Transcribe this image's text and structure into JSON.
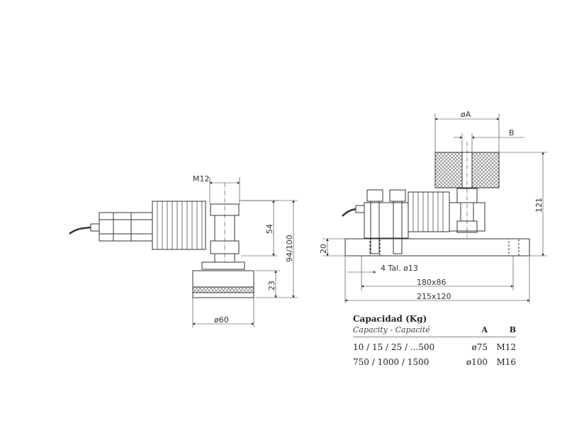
{
  "left_view": {
    "labels": {
      "m12": "M12",
      "dim54": "54",
      "dim94": "94/100",
      "dim23": "23",
      "dim60": "ø60"
    }
  },
  "right_view": {
    "labels": {
      "phiA": "øA",
      "b": "B",
      "dim121": "121",
      "dim20": "20",
      "holes": "4 Tal. ø13",
      "dim180": "180x86",
      "dim215": "215x120"
    }
  },
  "table": {
    "title": "Capacidad (Kg)",
    "subtitle": "Capacity - Capacité",
    "col_a": "A",
    "col_b": "B",
    "rows": [
      {
        "capacity": "10 / 15 / 25 / ...500",
        "a": "ø75",
        "b": "M12"
      },
      {
        "capacity": "750 / 1000 / 1500",
        "a": "ø100",
        "b": "M16"
      }
    ]
  },
  "colors": {
    "line": "#333333",
    "hatch": "#555555"
  }
}
